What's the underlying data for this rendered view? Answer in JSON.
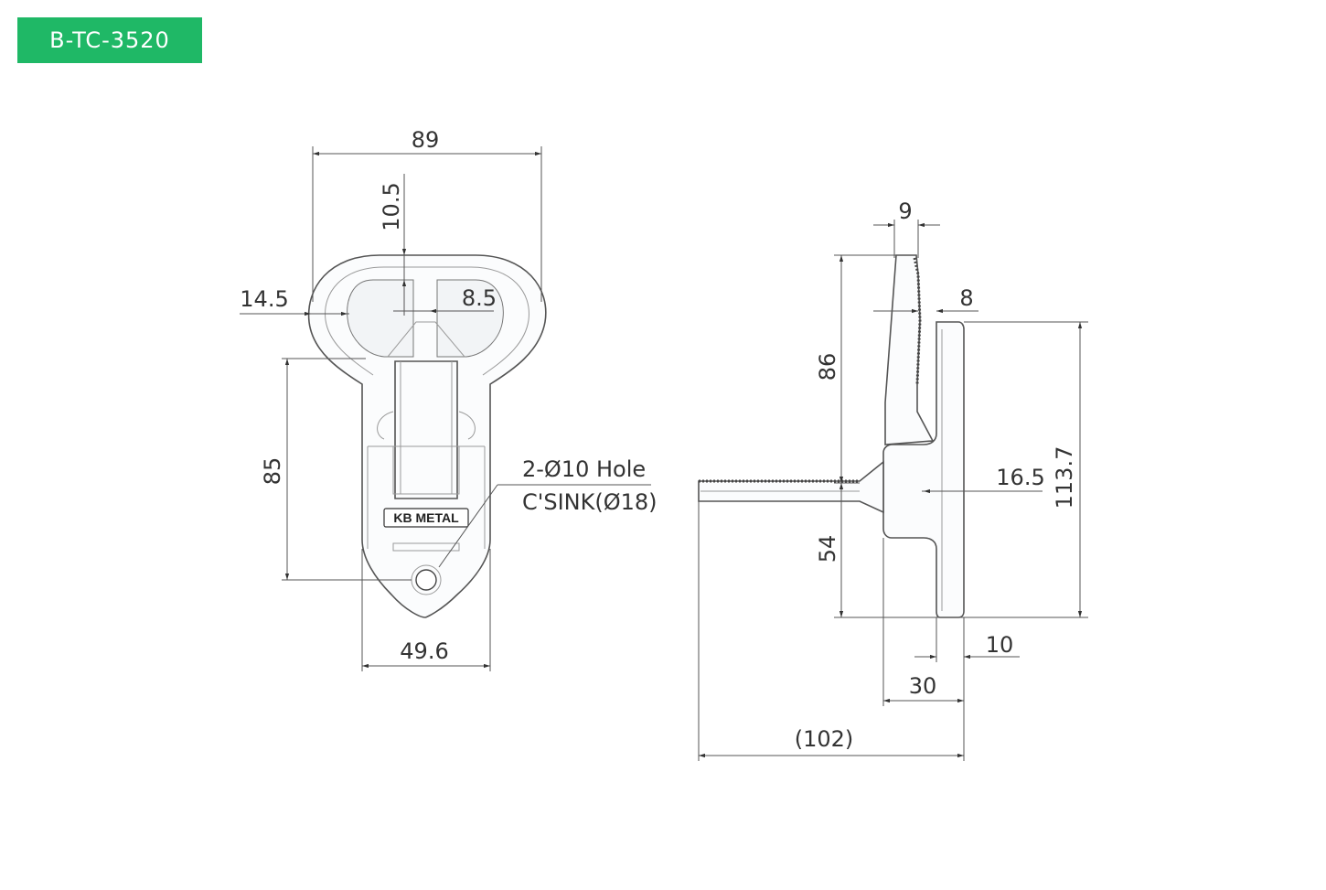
{
  "model_badge": "B-TC-3520",
  "front_view": {
    "dim_width": "89",
    "dim_top_thickness": "10.5",
    "dim_ring_wall": "14.5",
    "dim_center_gap": "8.5",
    "dim_height": "85",
    "dim_base_width": "49.6",
    "hole_note_line1": "2-Ø10 Hole",
    "hole_note_line2": "C'SINK(Ø18)",
    "brand_marking": "KB METAL"
  },
  "side_view": {
    "dim_tip": "9",
    "dim_plate": "8",
    "dim_upper_height": "86",
    "dim_lower_height": "54",
    "dim_offset": "16.5",
    "dim_total_height": "113.7",
    "dim_flange": "10",
    "dim_depth": "30",
    "dim_overall_length": "(102)"
  },
  "colors": {
    "badge": "#1fb866",
    "lines": "#555555"
  }
}
